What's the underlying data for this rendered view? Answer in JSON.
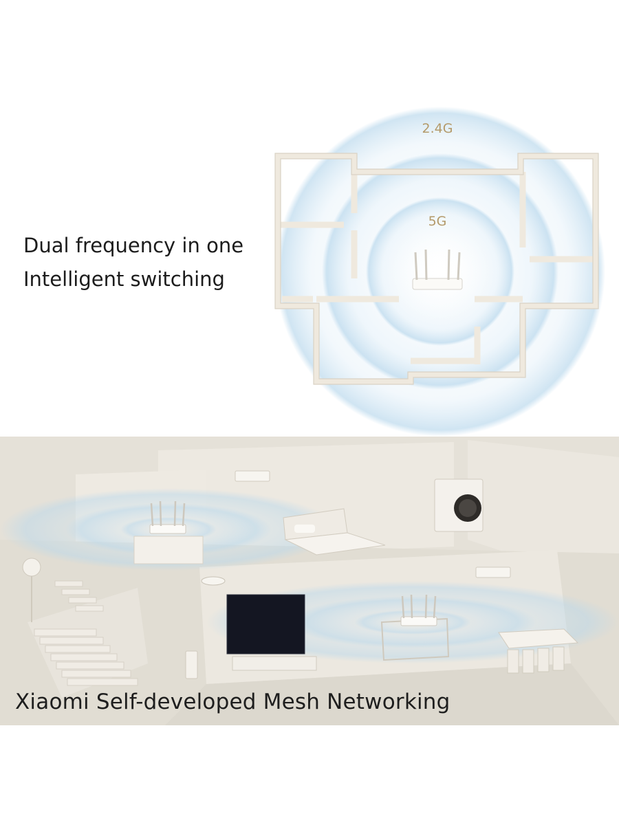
{
  "headline": {
    "line1": "Dual frequency in one",
    "line2": "Intelligent switching"
  },
  "bands": {
    "outer": "2.4G",
    "inner": "5G"
  },
  "caption": "Xiaomi Self-developed Mesh Networking",
  "colors": {
    "accent_band_label": "#b49a6a",
    "signal_ring": "#a9cfe8",
    "wall": "#f3efe6",
    "scene_background": "#e7e3db"
  }
}
